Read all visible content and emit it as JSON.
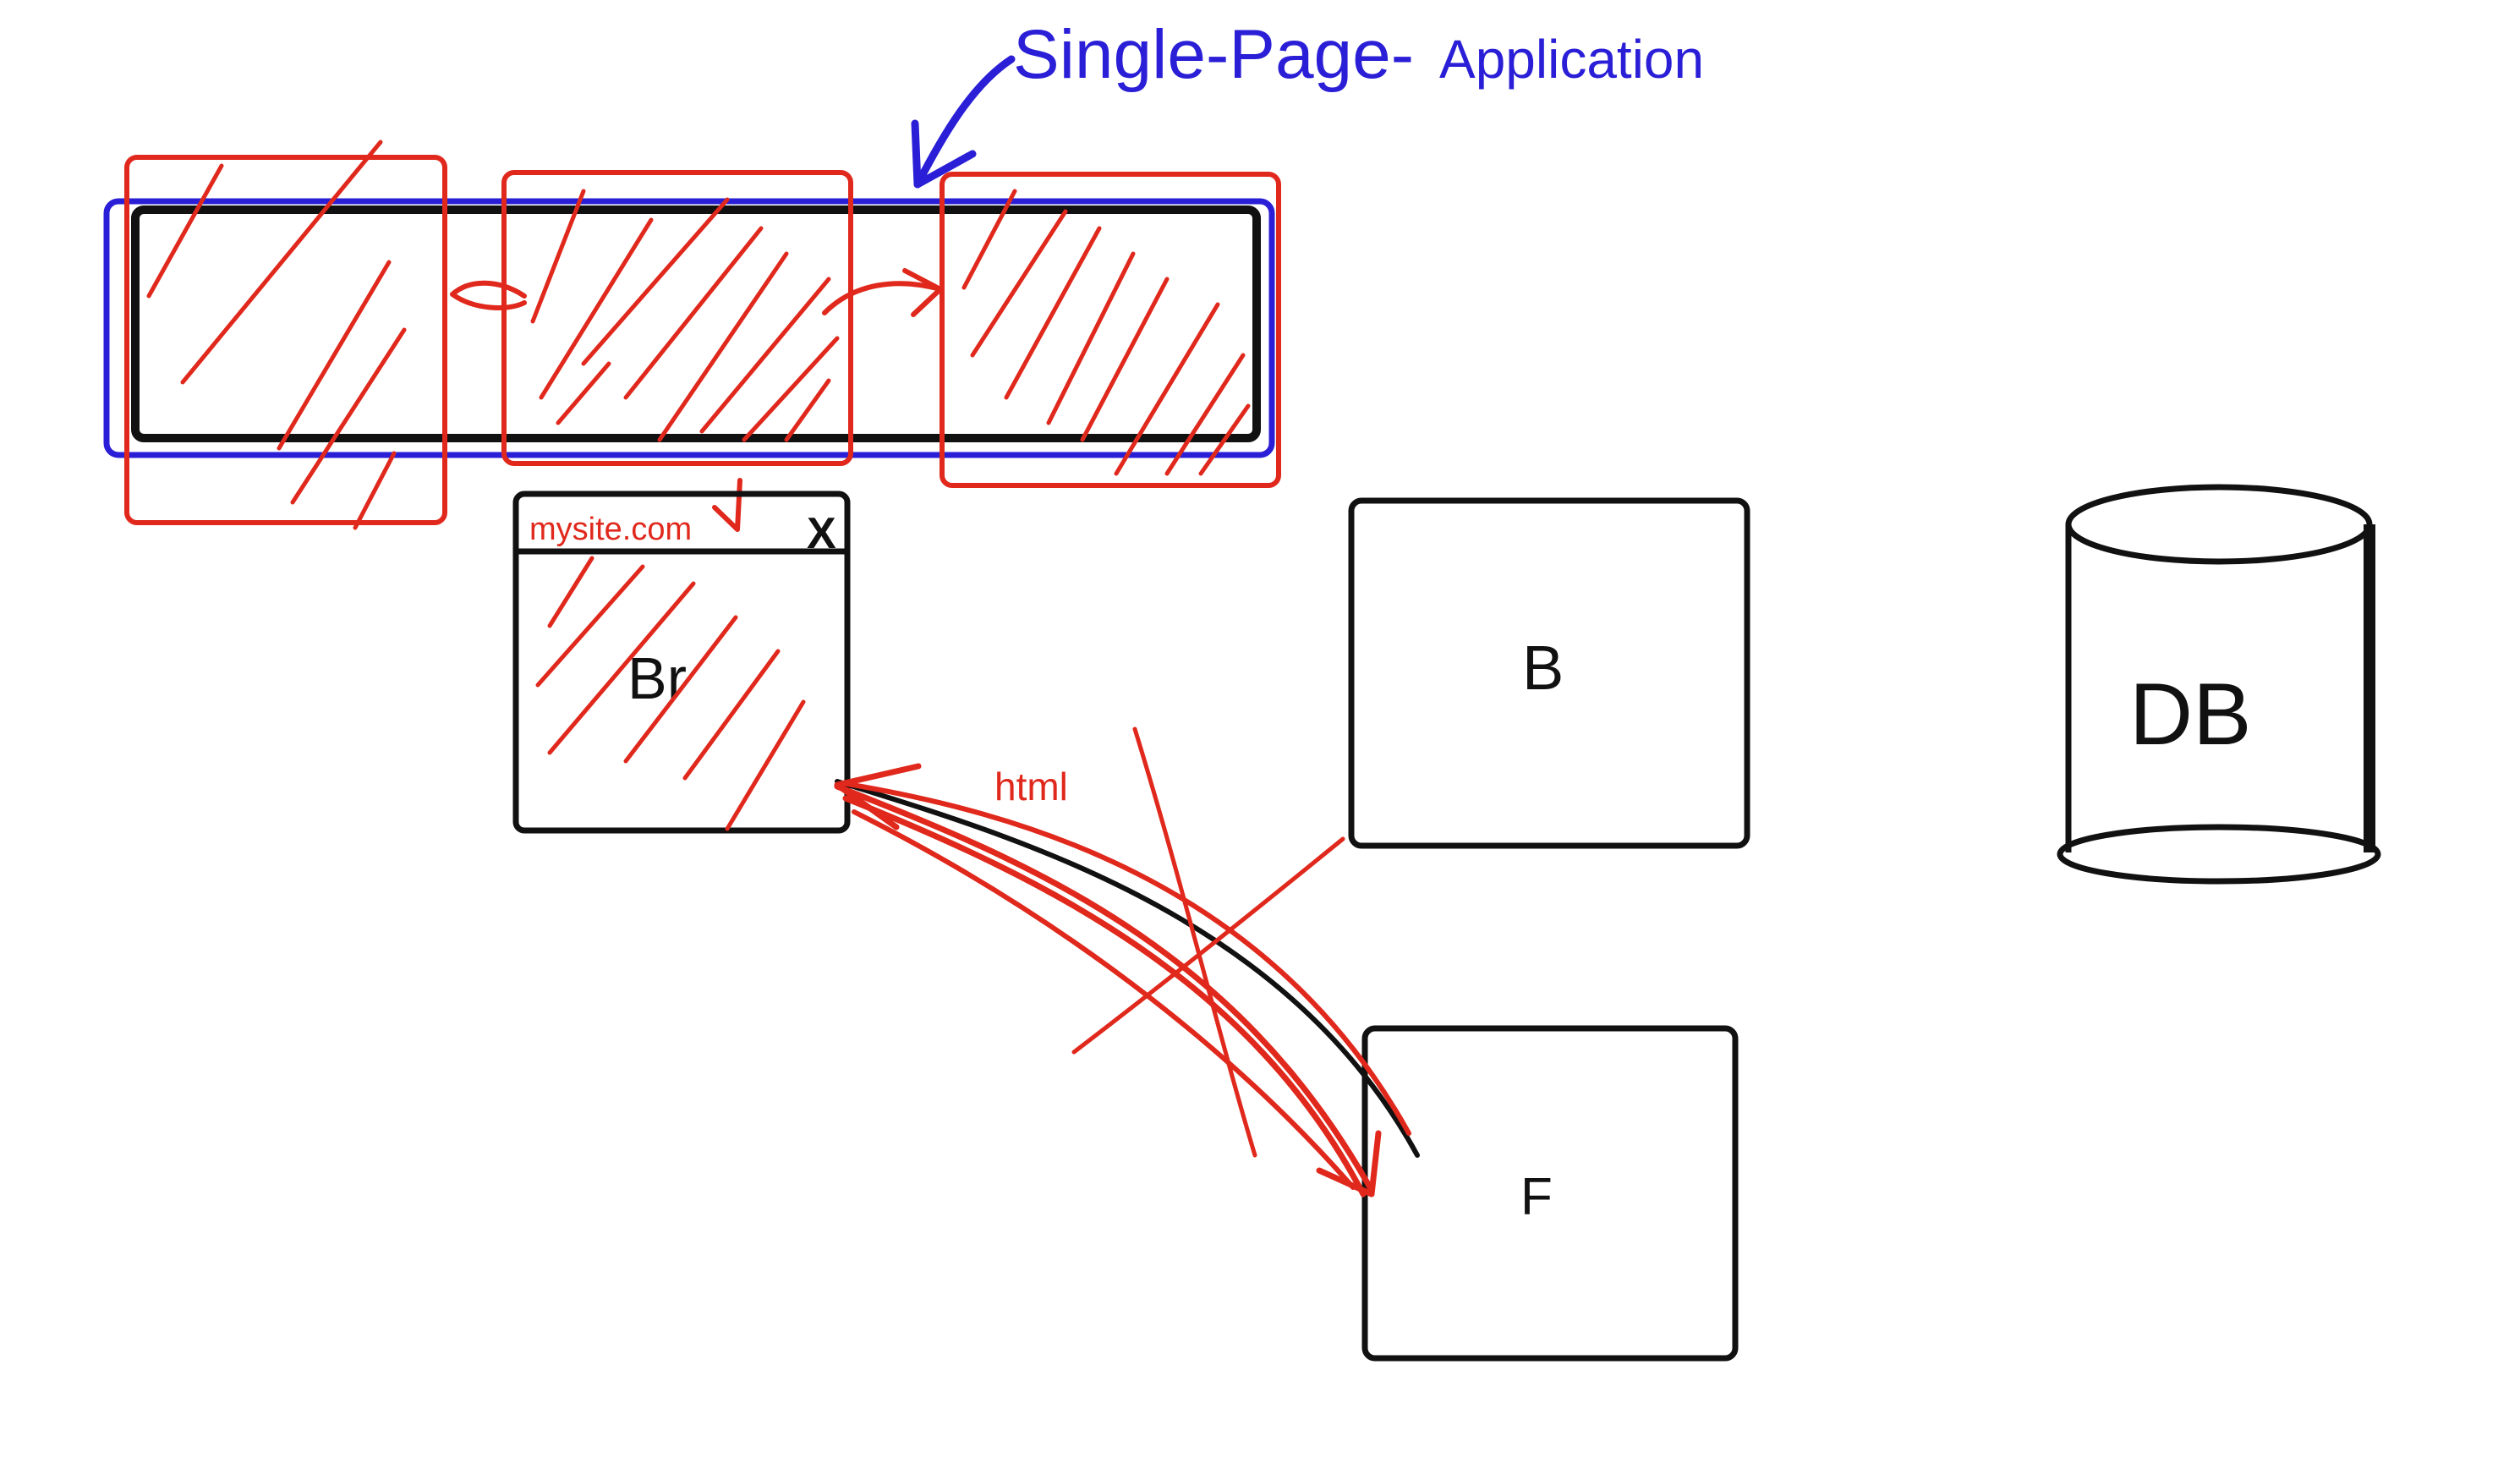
{
  "title": {
    "main": "Single-Page-",
    "sub": "Application"
  },
  "browser": {
    "url": "mysite.com",
    "close": "X",
    "label": "Br"
  },
  "arrow_label": "html",
  "boxes": {
    "backend": "B",
    "frontend": "F"
  },
  "database": {
    "label": "DB"
  },
  "colors": {
    "ink": "#111111",
    "red_marker": "#e0281c",
    "blue_marker": "#2a1fd6",
    "background": "#ffffff"
  }
}
